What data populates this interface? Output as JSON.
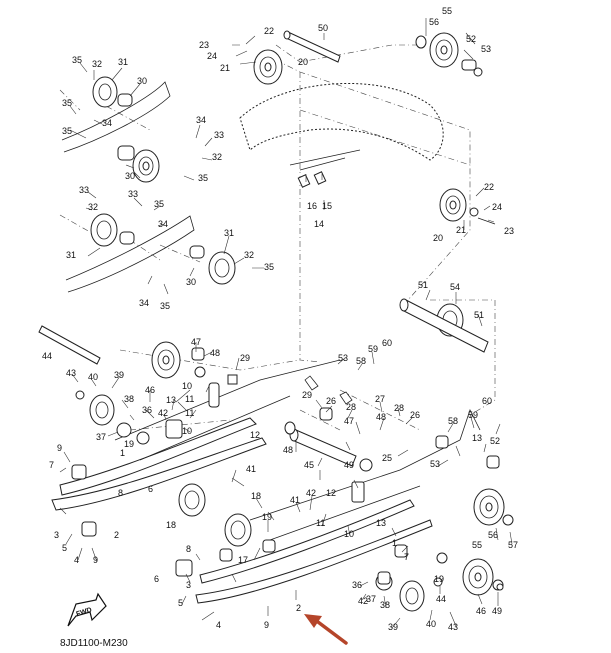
{
  "diagram": {
    "drawing_code": "8JD1100-M230",
    "fwd_label": "FWD",
    "accent_arrow_color": "#b5452a",
    "callouts": [
      "1",
      "2",
      "3",
      "4",
      "5",
      "6",
      "7",
      "8",
      "9",
      "10",
      "11",
      "12",
      "13",
      "14",
      "15",
      "16",
      "17",
      "18",
      "19",
      "20",
      "21",
      "22",
      "23",
      "24",
      "25",
      "26",
      "27",
      "28",
      "29",
      "30",
      "31",
      "32",
      "33",
      "34",
      "35",
      "36",
      "37",
      "38",
      "39",
      "40",
      "41",
      "42",
      "43",
      "44",
      "45",
      "46",
      "47",
      "48",
      "49",
      "50",
      "51",
      "52",
      "53",
      "54",
      "55",
      "56",
      "57",
      "58",
      "59",
      "60"
    ]
  }
}
